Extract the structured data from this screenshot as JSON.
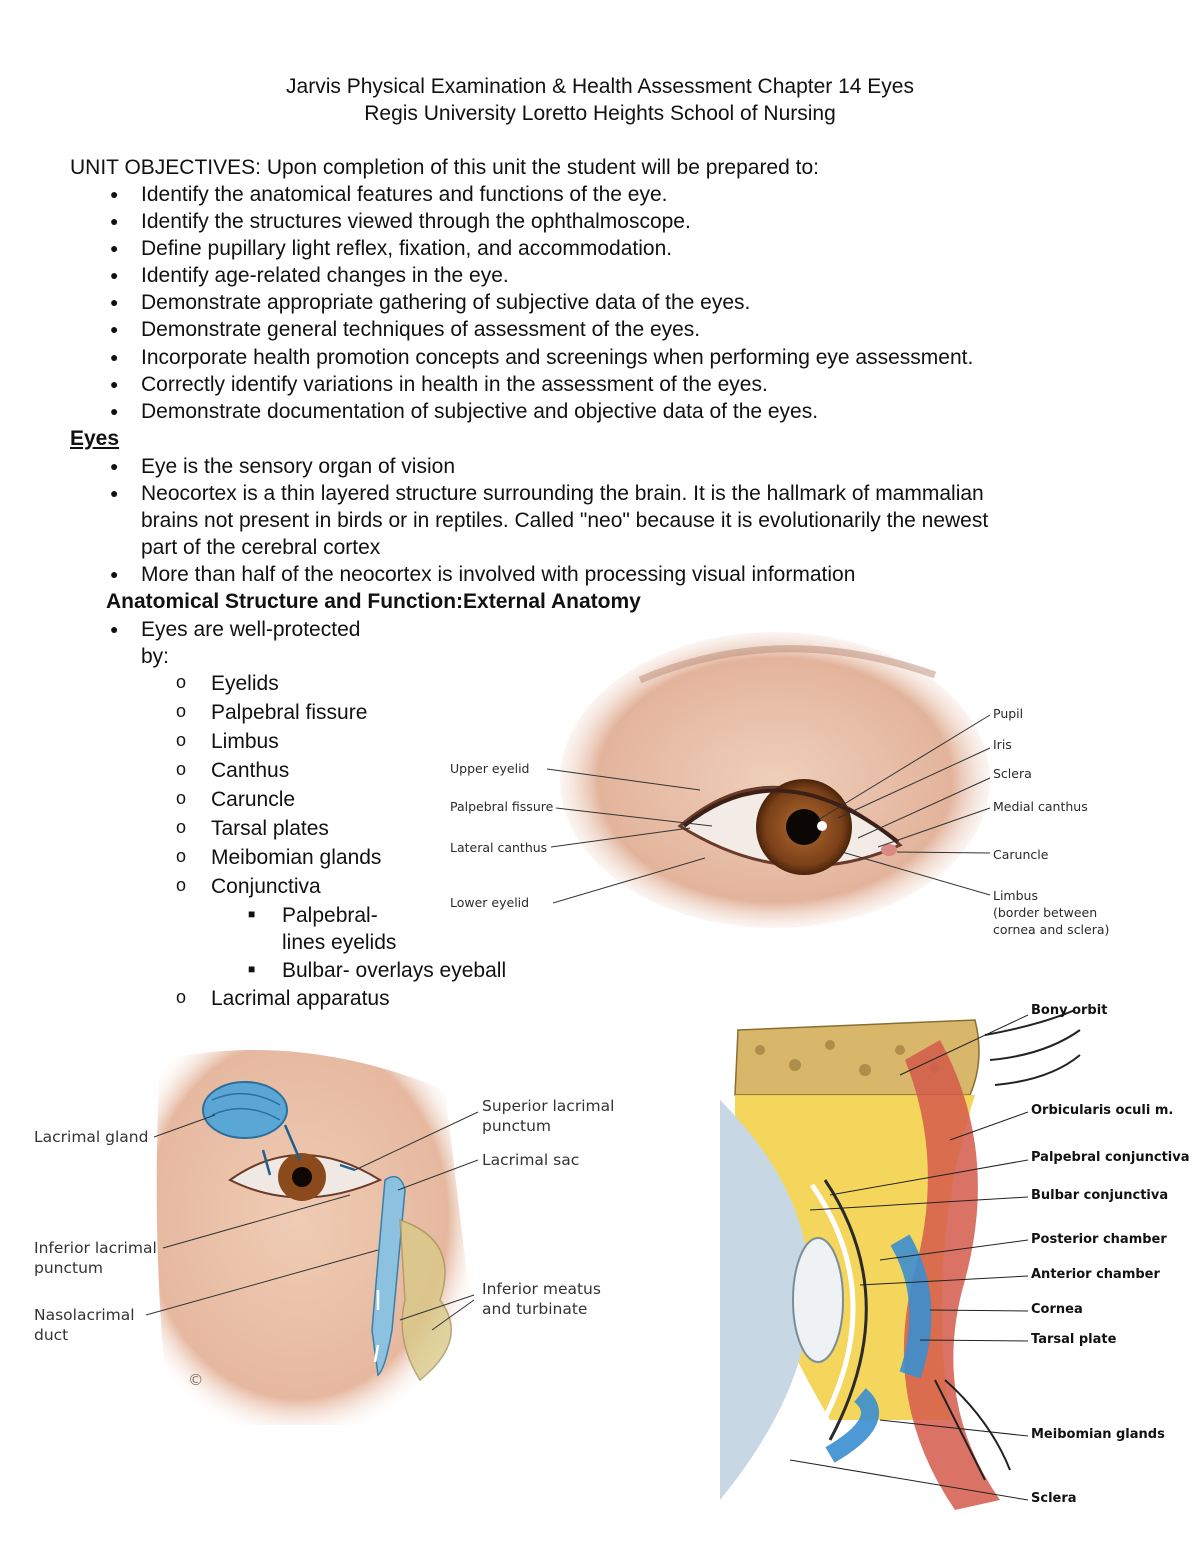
{
  "header": {
    "title_line1": "Jarvis Physical Examination & Health Assessment Chapter 14 Eyes",
    "title_line2": "Regis University Loretto Heights School of Nursing"
  },
  "objectives": {
    "intro": "UNIT OBJECTIVES:  Upon completion of this unit the student will be prepared to:",
    "items": [
      "Identify the anatomical features and functions of the eye.",
      "Identify the structures viewed through the ophthalmoscope.",
      "Define pupillary light reflex, fixation, and accommodation.",
      "Identify age-related changes in the eye.",
      "Demonstrate appropriate gathering of subjective data of the eyes.",
      "Demonstrate general techniques of assessment of the eyes.",
      "Incorporate health promotion concepts and screenings when performing eye assessment.",
      "Correctly identify variations in health in the assessment of the eyes.",
      "Demonstrate documentation of subjective and objective data of the eyes."
    ]
  },
  "eyes": {
    "heading": "Eyes",
    "b1": "Eye is the sensory organ of vision",
    "b2_l1": "Neocortex is a thin layered structure surrounding the brain.  It is the hallmark of mammalian",
    "b2_l2": "brains not present in birds or in reptiles. Called \"neo\" because it is evolutionarily the newest",
    "b2_l3": "part of the cerebral cortex",
    "b3": "More than half of the neocortex is involved with processing visual information"
  },
  "anatomy": {
    "heading": "Anatomical Structure and Function:External Anatomy",
    "protected_l1": "Eyes are well-protected",
    "protected_l2": "by:",
    "sub_items": [
      "Eyelids",
      "Palpebral fissure",
      "Limbus",
      "Canthus",
      "Caruncle",
      "Tarsal plates",
      "Meibomian glands",
      "Conjunctiva"
    ],
    "conj_palpebral_l1": "Palpebral-",
    "conj_palpebral_l2": "lines eyelids",
    "conj_bulbar": "Bulbar- overlays eyeball",
    "lacrimal_apparatus": "Lacrimal apparatus"
  },
  "figure_eye": {
    "left_labels": [
      "Upper eyelid",
      "Palpebral fissure",
      "Lateral canthus",
      "Lower eyelid"
    ],
    "right_labels": [
      "Pupil",
      "Iris",
      "Sclera",
      "Medial canthus",
      "Caruncle",
      "Limbus"
    ],
    "limbus_note_l1": "(border between",
    "limbus_note_l2": "cornea and sclera)"
  },
  "figure_lacrimal": {
    "lacrimal_gland": "Lacrimal gland",
    "inferior_punctum_l1": "Inferior lacrimal",
    "inferior_punctum_l2": "punctum",
    "nasolacrimal_l1": "Nasolacrimal",
    "nasolacrimal_l2": "duct",
    "superior_punctum_l1": "Superior lacrimal",
    "superior_punctum_l2": "punctum",
    "lacrimal_sac": "Lacrimal sac",
    "inferior_meatus_l1": "Inferior meatus",
    "inferior_meatus_l2": "and turbinate",
    "copyright": "©"
  },
  "figure_section": {
    "labels": [
      "Bony orbit",
      "Orbicularis oculi m.",
      "Palpebral conjunctiva",
      "Bulbar conjunctiva",
      "Posterior chamber",
      "Anterior chamber",
      "Cornea",
      "Tarsal plate",
      "Meibomian glands",
      "Sclera"
    ]
  },
  "colors": {
    "iris": "#8a4a1c",
    "skin": "#e9c4ae",
    "lacrimal_blue": "#5aa7d6",
    "bone": "#d8b66a",
    "fat": "#f3d24a",
    "muscle": "#d45a4a"
  }
}
